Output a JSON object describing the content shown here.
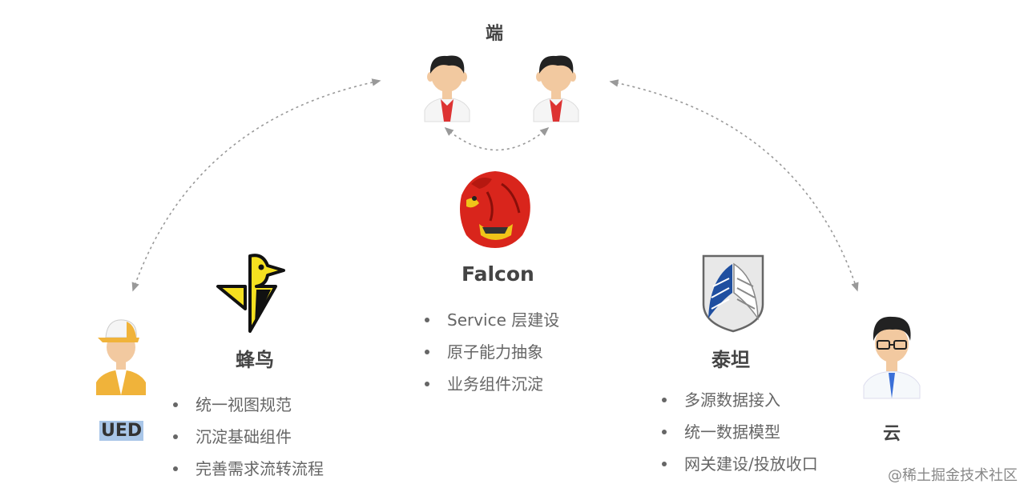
{
  "top_label": "端",
  "ued": {
    "label": "UED"
  },
  "fengniao": {
    "title": "蜂鸟",
    "items": [
      "统一视图规范",
      "沉淀基础组件",
      "完善需求流转流程"
    ]
  },
  "falcon": {
    "title": "Falcon",
    "items": [
      "Service 层建设",
      "原子能力抽象",
      "业务组件沉淀"
    ]
  },
  "taitan": {
    "title": "泰坦",
    "items": [
      "多源数据接入",
      "统一数据模型",
      "网关建设/投放收口"
    ]
  },
  "cloud": {
    "label": "云"
  },
  "watermark": "@稀土掘金技术社区",
  "colors": {
    "arrow": "#999999",
    "falcon_red": "#d9251c",
    "fengniao_yellow": "#f5e020",
    "taitan_blue": "#1f4fa0"
  }
}
